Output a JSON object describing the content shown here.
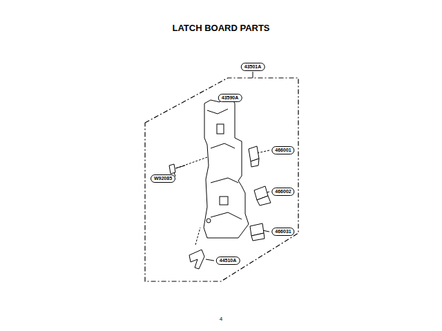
{
  "diagram": {
    "title": "LATCH BOARD PARTS",
    "labels": [
      "43501A",
      "43590A",
      "466001",
      "W92085",
      "466002",
      "466031",
      "44510A",
      "4"
    ]
  }
}
